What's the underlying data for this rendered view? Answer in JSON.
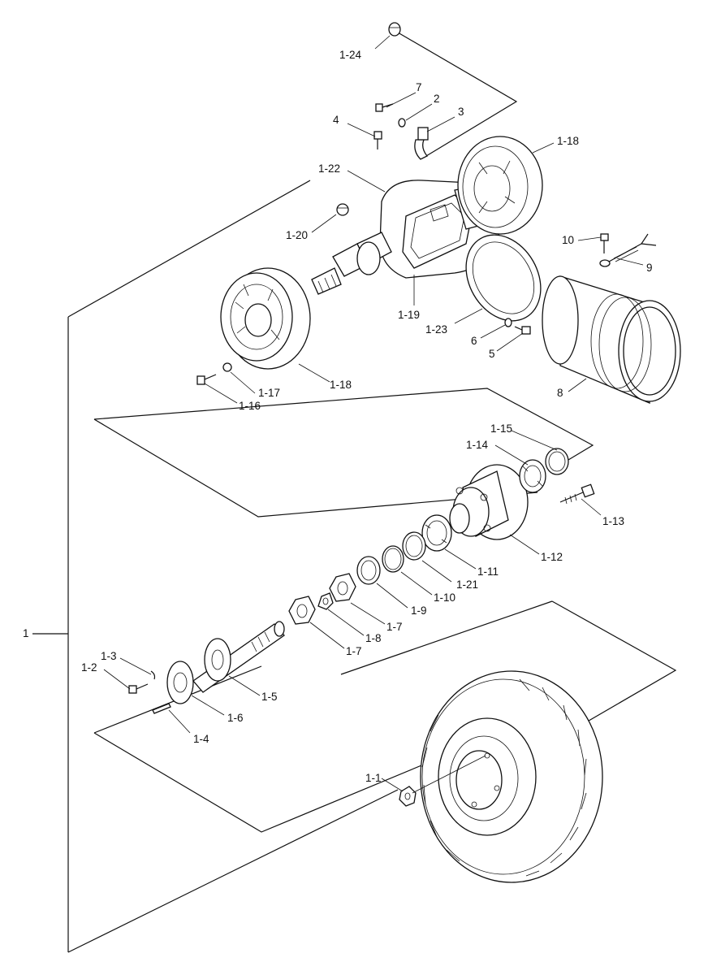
{
  "labels": {
    "l_1": "1",
    "l_1_1": "1-1",
    "l_1_2": "1-2",
    "l_1_3": "1-3",
    "l_1_4": "1-4",
    "l_1_5": "1-5",
    "l_1_6": "1-6",
    "l_1_7a": "1-7",
    "l_1_7b": "1-7",
    "l_1_8": "1-8",
    "l_1_9": "1-9",
    "l_1_10": "1-10",
    "l_1_11": "1-11",
    "l_1_12": "1-12",
    "l_1_13": "1-13",
    "l_1_14": "1-14",
    "l_1_15": "1-15",
    "l_1_16": "1-16",
    "l_1_17": "1-17",
    "l_1_18a": "1-18",
    "l_1_18b": "1-18",
    "l_1_19": "1-19",
    "l_1_20": "1-20",
    "l_1_21": "1-21",
    "l_1_22": "1-22",
    "l_1_23": "1-23",
    "l_1_24": "1-24",
    "l_2": "2",
    "l_3": "3",
    "l_4": "4",
    "l_5": "5",
    "l_6": "6",
    "l_7": "7",
    "l_8": "8",
    "l_9": "9",
    "l_10": "10"
  }
}
